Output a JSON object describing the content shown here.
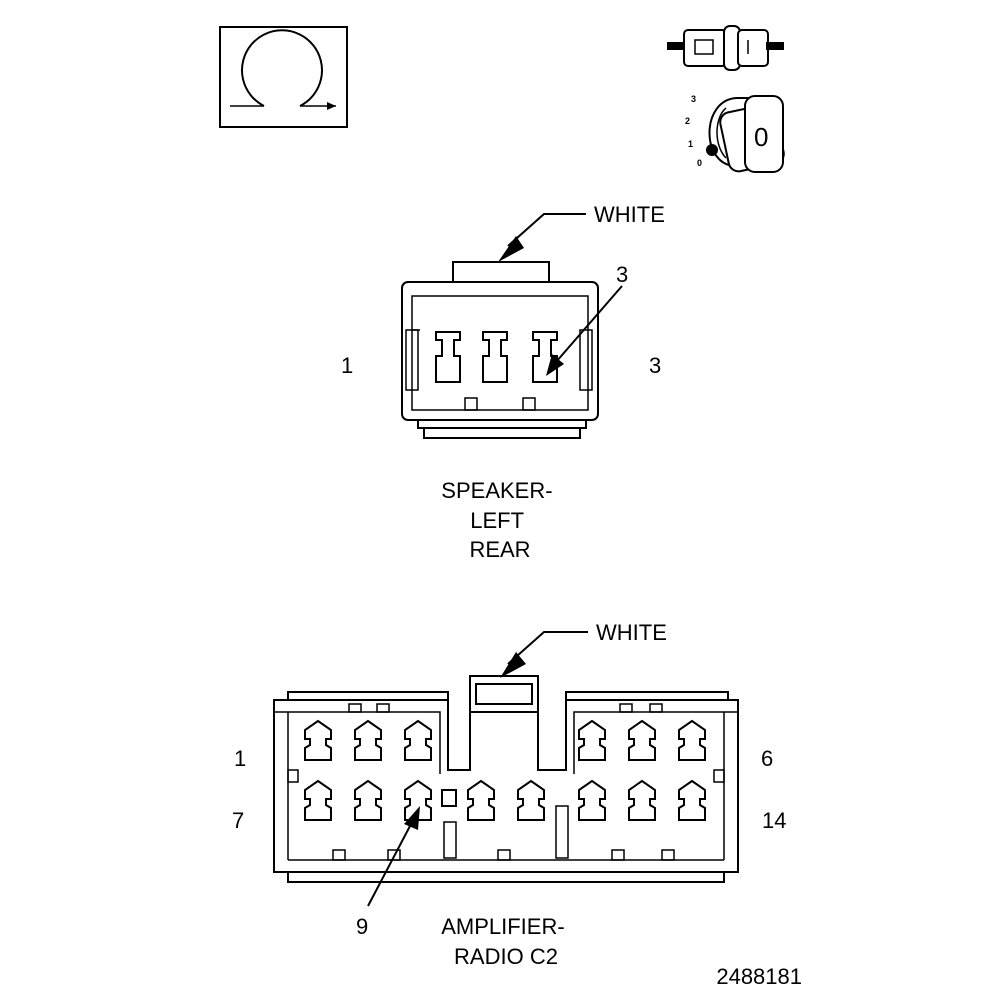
{
  "icons": {
    "top_left": "view-rotation-icon",
    "top_right_connector": "connector-terminal-icon",
    "top_right_ignition": "ignition-switch-icon"
  },
  "ignition": {
    "positions": [
      "3",
      "2",
      "1",
      "0"
    ],
    "key_label": "0"
  },
  "speaker_connector": {
    "color_label": "WHITE",
    "callout_pin": "3",
    "left_pin": "1",
    "right_pin": "3",
    "name_lines": [
      "SPEAKER-",
      "LEFT",
      "REAR"
    ]
  },
  "amplifier_connector": {
    "color_label": "WHITE",
    "top_left_pin": "1",
    "top_right_pin": "6",
    "bottom_left_pin": "7",
    "bottom_right_pin": "14",
    "callout_pin": "9",
    "name_lines": [
      "AMPLIFIER-",
      "RADIO C2"
    ]
  },
  "figure_id": "2488181"
}
